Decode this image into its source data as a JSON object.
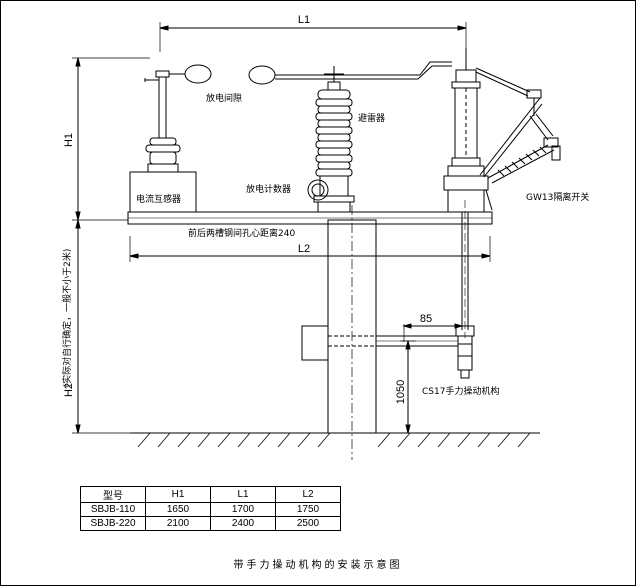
{
  "labels": {
    "discharge_gap": "放电间隙",
    "arrester": "避雷器",
    "current_transformer": "电流互感器",
    "discharge_counter": "放电计数器",
    "disconnector": "GW13隔离开关",
    "mechanism": "CS17手力操动机构",
    "center_distance": "前后两槽钢间孔心距离240",
    "h2_note": "(实际对自行确定，一般不小于2米)"
  },
  "dimensions": {
    "L1": "L1",
    "L2": "L2",
    "H1": "H1",
    "H2": "H2",
    "d85": "85",
    "d1050": "1050"
  },
  "table": {
    "headers": [
      "型号",
      "H1",
      "L1",
      "L2"
    ],
    "rows": [
      [
        "SBJB-110",
        "1650",
        "1700",
        "1750"
      ],
      [
        "SBJB-220",
        "2100",
        "2400",
        "2500"
      ]
    ]
  },
  "caption": "带手力操动机构的安装示意图"
}
